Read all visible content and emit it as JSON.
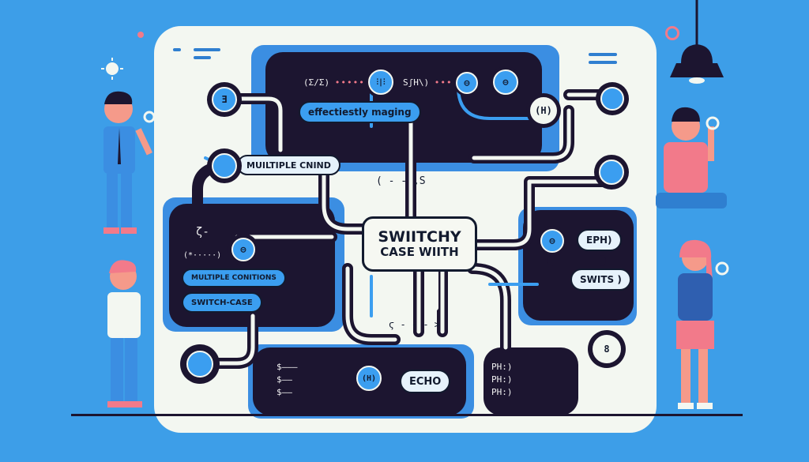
{
  "center_card": {
    "line1": "SWIITCHY",
    "line2": "CASE WIITH"
  },
  "labels": {
    "effectively": "effectiestly maging",
    "multiple_top": "MUILTIPLE CNIND",
    "multiple_left": "MULTIPLE CONITIONS",
    "switch_case": "SWITCH-CASE",
    "echo": "ECHO",
    "eph": "EPH)",
    "swits": "SWITS )"
  },
  "code_snippets": {
    "top_left": "(Σ/Σ)",
    "top_mid": "SʃH\\)",
    "mid_bracket": "( - - ,S",
    "left_top": "(*·····)",
    "left_s": "ζ-",
    "bottom_bracket": "ϛ - - - >",
    "bottom_left": [
      "$———",
      "$——",
      "$——"
    ],
    "bottom_right": [
      "PH:)",
      "PH:)",
      "PH:)"
    ]
  },
  "nodes": {
    "top_a": "Ǝ",
    "top_b": "⫶|⫶",
    "top_c": "⊖",
    "top_d": "⊖",
    "right_a": "(H)",
    "bottom_mid": "(H)",
    "bottom_right": "8",
    "left_b": "⊖",
    "right_b": "⊖"
  },
  "colors": {
    "background": "#3d9ee8",
    "panel": "#f3f7f1",
    "dark": "#1c1530",
    "accent_blue": "#3b9ef0",
    "accent_pink": "#f27a8a"
  }
}
